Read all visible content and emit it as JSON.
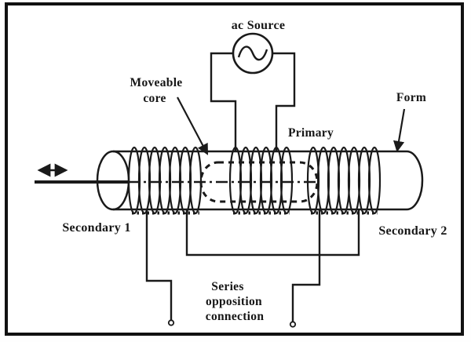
{
  "colors": {
    "ink": "#1a1a1a",
    "background": "#ffffff"
  },
  "labels": {
    "ac_source": "ac Source",
    "moveable_core": {
      "line1": "Moveable",
      "line2": "core"
    },
    "primary": "Primary",
    "form": "Form",
    "secondary_1": "Secondary 1",
    "secondary_2": "Secondary 2",
    "series_connection": {
      "line1": "Series",
      "line2": "opposition",
      "line3": "connection"
    }
  },
  "icons": {
    "ac_source_symbol": "sine-wave-in-circle",
    "motion_arrow": "double-headed-arrow",
    "output_terminal": "open-circle-terminal"
  }
}
